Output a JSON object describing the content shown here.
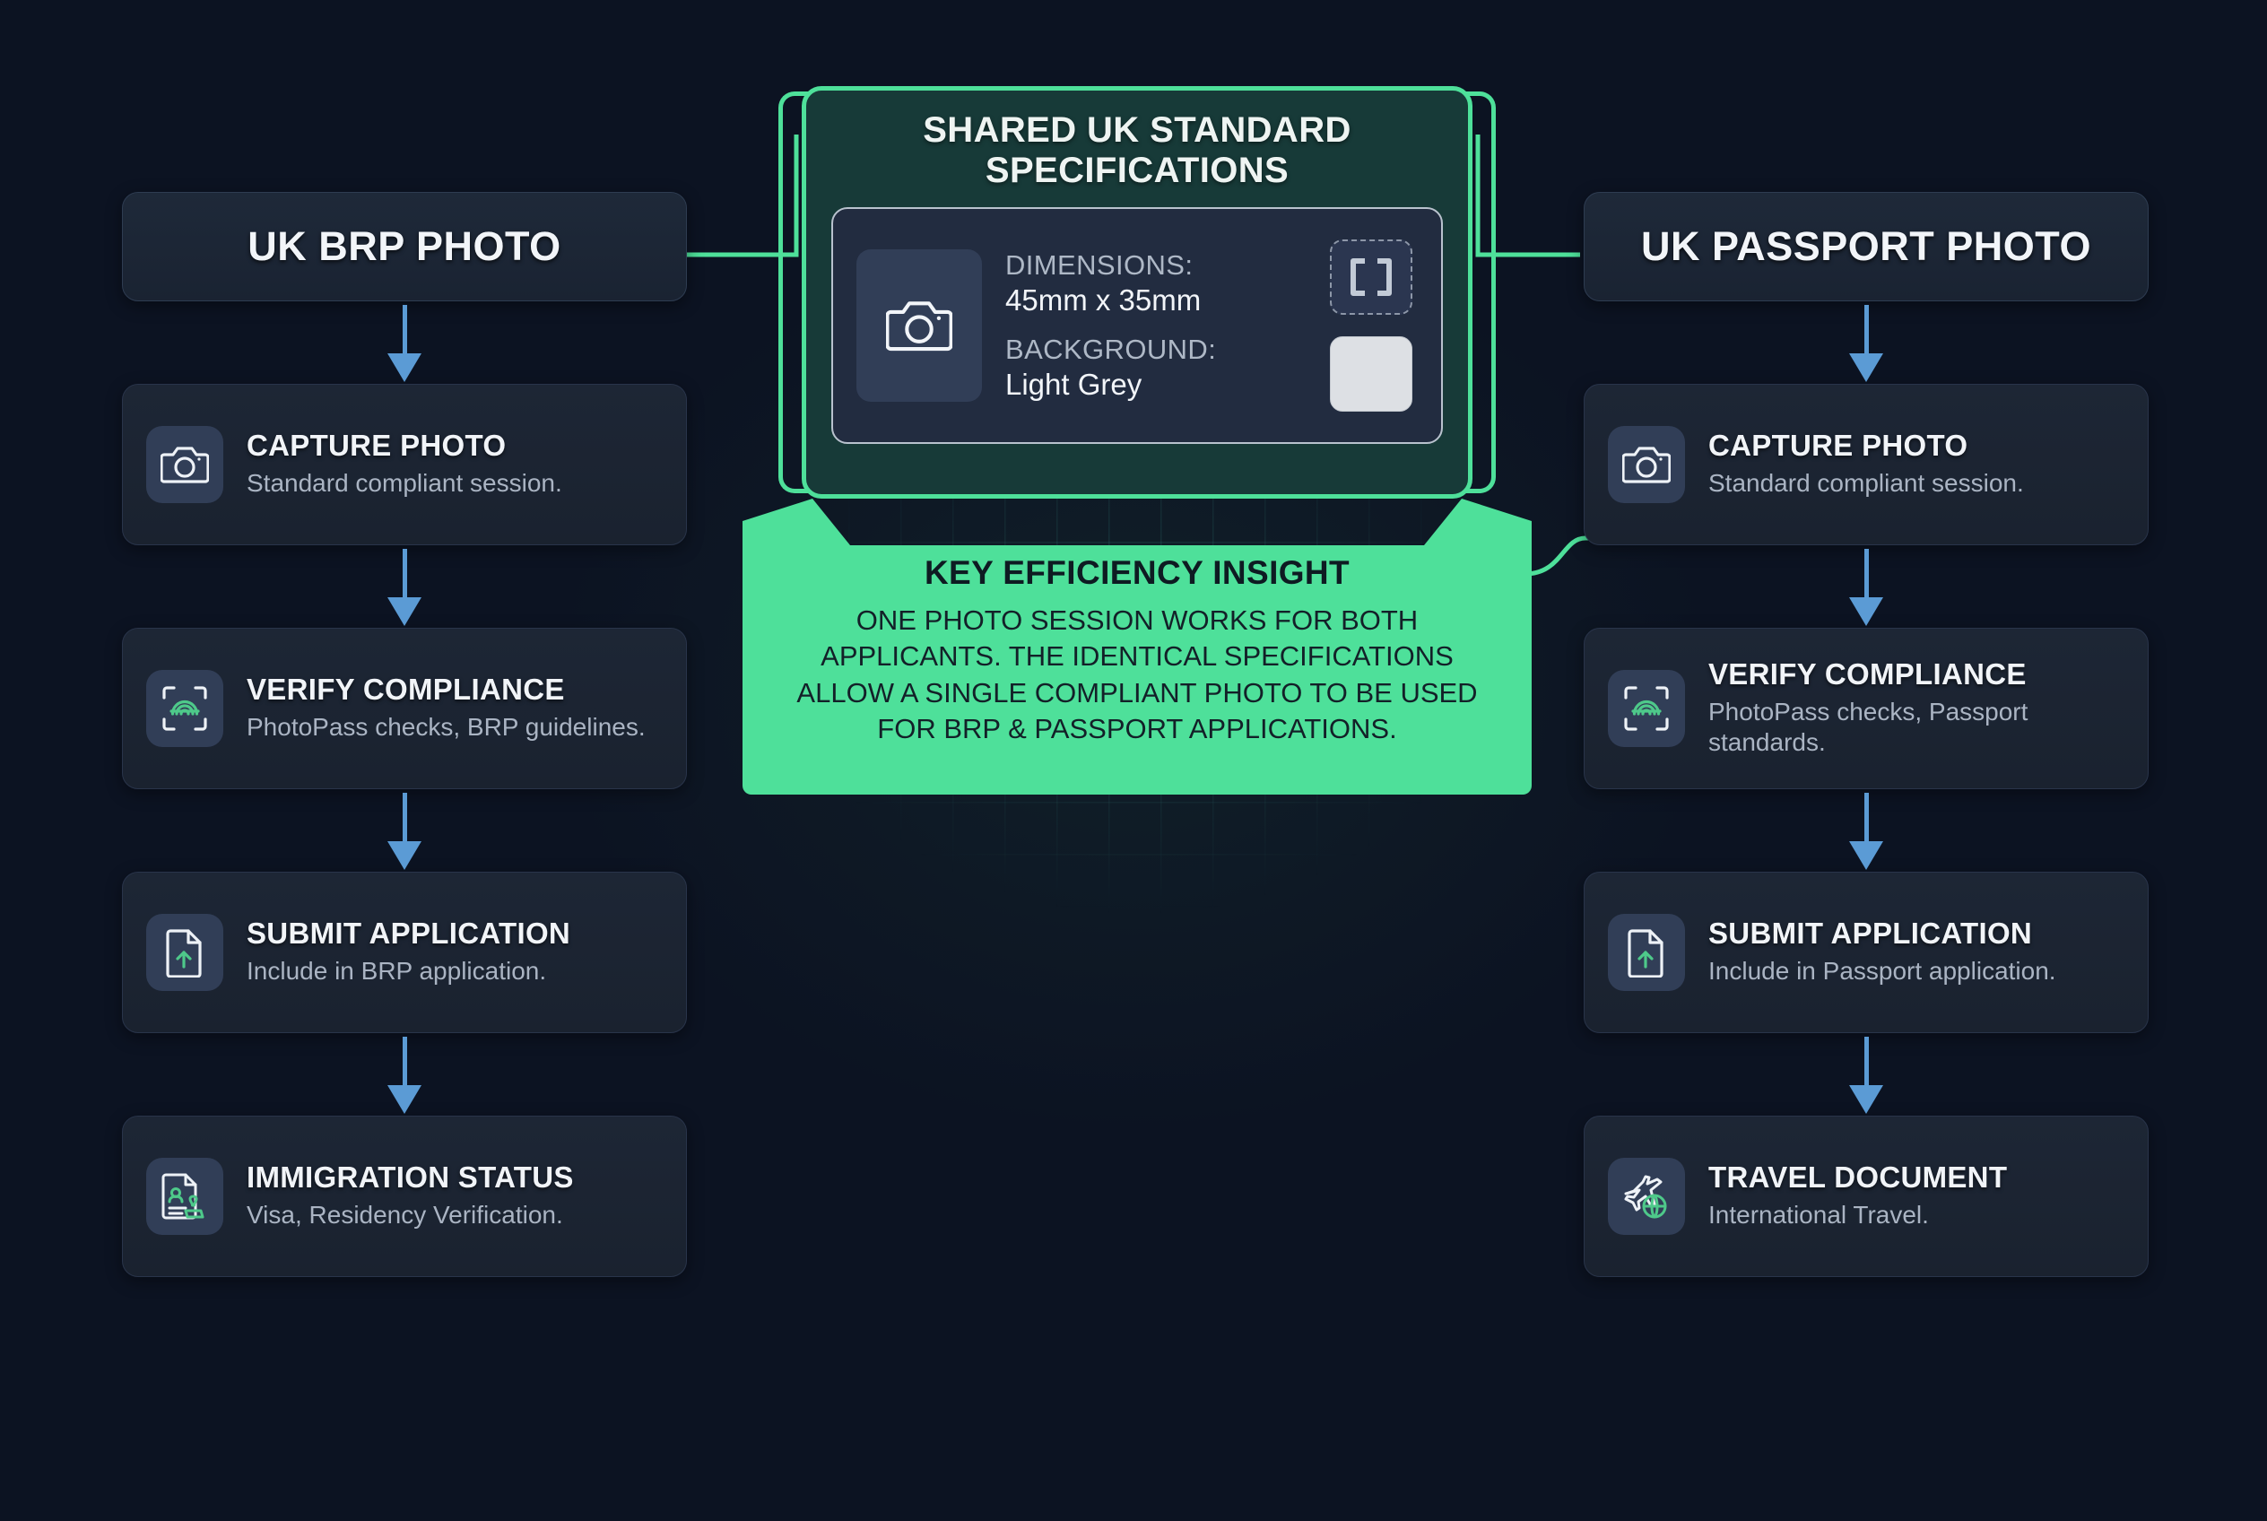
{
  "left_column": {
    "header": "UK BRP PHOTO",
    "steps": [
      {
        "icon": "camera-icon",
        "title": "CAPTURE PHOTO",
        "desc": "Standard compliant session."
      },
      {
        "icon": "fingerprint-scan-icon",
        "title": "VERIFY COMPLIANCE",
        "desc": "PhotoPass checks, BRP guidelines."
      },
      {
        "icon": "document-upload-icon",
        "title": "SUBMIT APPLICATION",
        "desc": "Include in BRP application."
      },
      {
        "icon": "id-stamp-icon",
        "title": "IMMIGRATION STATUS",
        "desc": "Visa, Residency Verification."
      }
    ]
  },
  "right_column": {
    "header": "UK PASSPORT PHOTO",
    "steps": [
      {
        "icon": "camera-icon",
        "title": "CAPTURE PHOTO",
        "desc": "Standard compliant session."
      },
      {
        "icon": "fingerprint-scan-icon",
        "title": "VERIFY COMPLIANCE",
        "desc": "PhotoPass checks, Passport standards."
      },
      {
        "icon": "document-upload-icon",
        "title": "SUBMIT APPLICATION",
        "desc": "Include in Passport application."
      },
      {
        "icon": "plane-globe-icon",
        "title": "TRAVEL DOCUMENT",
        "desc": "International Travel."
      }
    ]
  },
  "spec_panel": {
    "title": "SHARED UK STANDARD SPECIFICATIONS",
    "camera_icon": "camera-icon",
    "rows": [
      {
        "label": "DIMENSIONS:",
        "value": "45mm x 35mm",
        "badge": "crop-brackets-icon"
      },
      {
        "label": "BACKGROUND:",
        "value": "Light Grey",
        "badge": "light-grey-swatch"
      }
    ]
  },
  "callout": {
    "title": "KEY EFFICIENCY INSIGHT",
    "body": "ONE PHOTO SESSION WORKS FOR BOTH APPLICANTS. THE IDENTICAL SPECIFICATIONS ALLOW A SINGLE COMPLIANT PHOTO TO BE USED FOR BRP & PASSPORT APPLICATIONS."
  },
  "colors": {
    "page_background": "#0c1322",
    "accent_green": "#4ee09a",
    "spec_panel_fill": "#173a38",
    "arrow_blue": "#5b9bd5",
    "card_fill": "#1d2635",
    "icon_tile": "#313e57",
    "grid_teal": "#3a968c"
  }
}
